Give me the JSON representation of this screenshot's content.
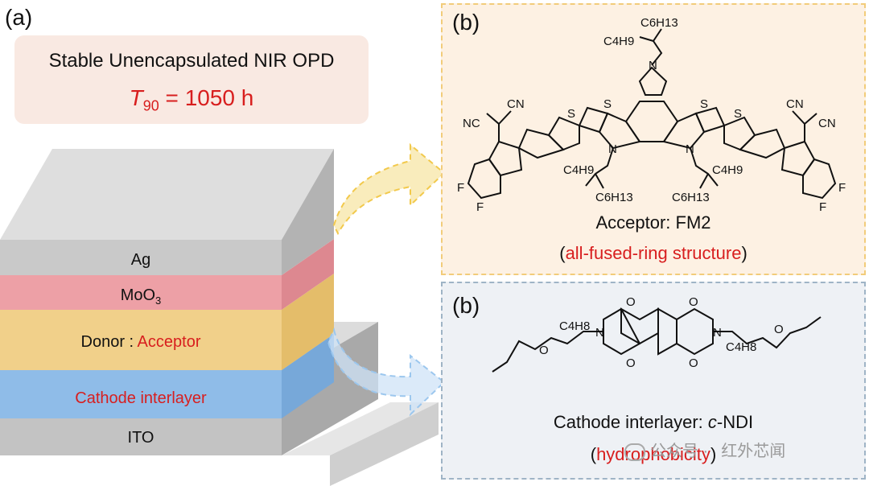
{
  "panel_a": {
    "label": "(a)",
    "stability_title": "Stable Unencapsulated NIR OPD",
    "t90_symbol": "T",
    "t90_sub": "90",
    "t90_value": " = 1050 h",
    "layers": {
      "ag": "Ag",
      "moo3_main": "MoO",
      "moo3_sub": "3",
      "donor": "Donor : ",
      "acceptor": "Acceptor",
      "cathode": "Cathode interlayer",
      "ito": "ITO"
    }
  },
  "panel_b1": {
    "label": "(b)",
    "caption": "Acceptor: FM2",
    "note_open": "(",
    "note": "all-fused-ring structure",
    "note_close": ")",
    "atoms": {
      "c6h13": "C6H13",
      "c4h9": "C4H9",
      "n": "N",
      "s": "S",
      "nc": "NC",
      "cn": "CN",
      "f": "F"
    }
  },
  "panel_b2": {
    "label": "(b)",
    "caption_prefix": "Cathode interlayer: ",
    "caption_italic": "c",
    "caption_suffix": "-NDI",
    "note_open": "(",
    "note": "hydrophobicity",
    "note_close": ")",
    "atoms": {
      "o": "O",
      "n": "N",
      "c4h8": "C4H8"
    }
  },
  "watermark": {
    "text1": "公众号 ·",
    "text2": "红外芯闻"
  },
  "colors": {
    "accent_red": "#d81e1e",
    "ag": "#c9c9c9",
    "moo3": "#eda0a6",
    "active": "#f1d08a",
    "cathode": "#8fbce8",
    "ito": "#c3c3c3",
    "arrow_yellow": "#f2c94c",
    "arrow_blue": "#9cc7ee"
  }
}
